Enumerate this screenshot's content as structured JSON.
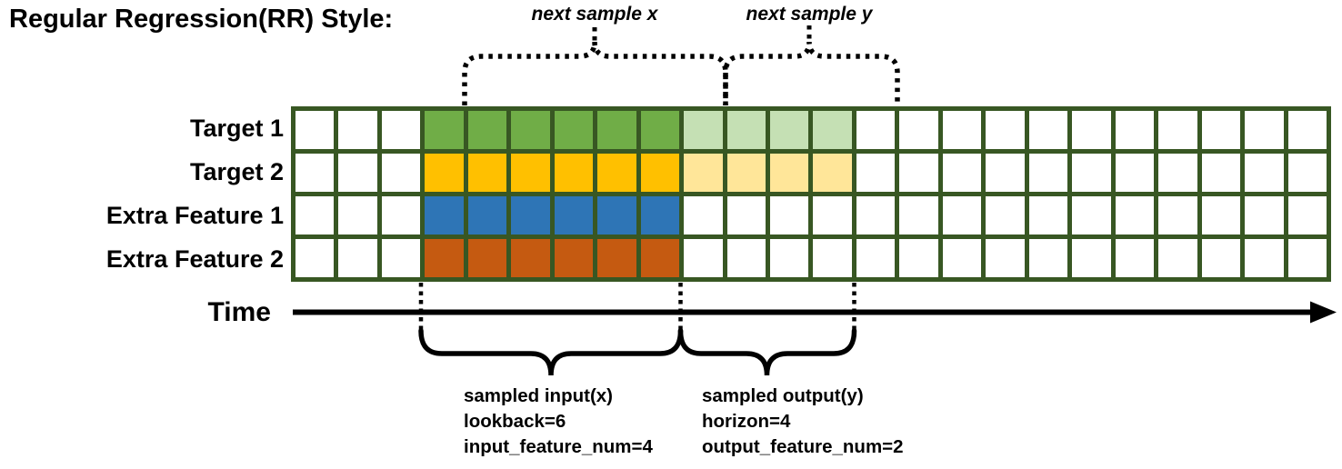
{
  "title": "Regular Regression(RR) Style:",
  "colors": {
    "grid_line": "#385723",
    "target1": "#70ad47",
    "target1_light": "#c5e0b4",
    "target2": "#ffc000",
    "target2_light": "#ffe699",
    "feature1": "#2e75b6",
    "feature2": "#c55a11",
    "ink": "#000000"
  },
  "grid": {
    "total_columns": 24,
    "lead_empty_columns": 3,
    "lookback_columns": 6,
    "horizon_columns": 4,
    "rows": [
      {
        "label": "Target 1",
        "type": "target",
        "color": "#70ad47",
        "light_color": "#c5e0b4"
      },
      {
        "label": "Target 2",
        "type": "target",
        "color": "#ffc000",
        "light_color": "#ffe699"
      },
      {
        "label": "Extra Feature 1",
        "type": "extra_feature",
        "color": "#2e75b6",
        "light_color": null
      },
      {
        "label": "Extra Feature 2",
        "type": "extra_feature",
        "color": "#c55a11",
        "light_color": null
      }
    ]
  },
  "annotations": {
    "next_sample_x": "next sample x",
    "next_sample_y": "next sample y",
    "time_label": "Time",
    "input_block": {
      "title": "sampled input(x)",
      "lookback": "lookback=6",
      "feature_num": "input_feature_num=4"
    },
    "output_block": {
      "title": "sampled output(y)",
      "horizon": "horizon=4",
      "feature_num": "output_feature_num=2"
    }
  }
}
